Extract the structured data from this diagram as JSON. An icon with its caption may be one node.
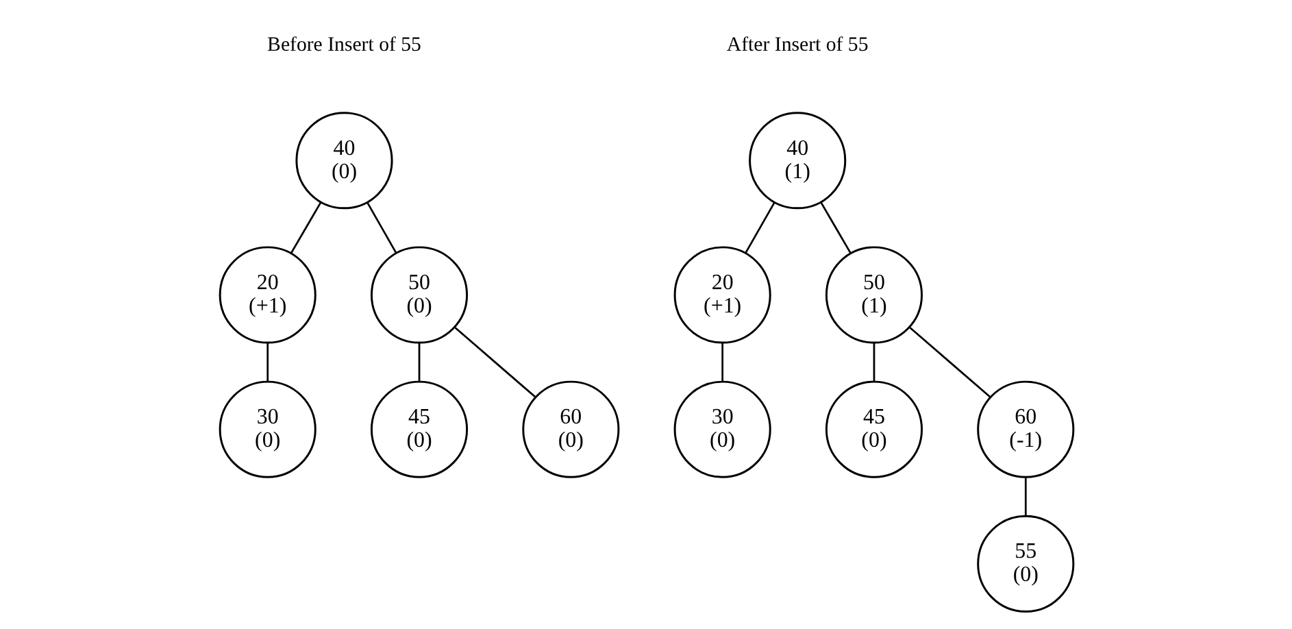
{
  "diagram": {
    "nodes": [
      {
        "text": [
          "40",
          "(0)"
        ]
      },
      {
        "text": [
          "20",
          "(+1)"
        ]
      },
      {
        "text": [
          "50",
          "(0)"
        ]
      },
      {
        "text": [
          "30",
          "(0)"
        ]
      },
      {
        "text": [
          "45",
          "(0)"
        ]
      },
      {
        "text": [
          "60",
          "(0)"
        ]
      },
      {
        "text": [
          "40",
          "(1)"
        ]
      },
      {
        "text": [
          "20",
          "(+1)"
        ]
      },
      {
        "text": [
          "50",
          "(1)"
        ]
      },
      {
        "text": [
          "30",
          "(0)"
        ]
      },
      {
        "text": [
          "45",
          "(0)"
        ]
      },
      {
        "text": [
          "60",
          "(-1)"
        ]
      },
      {
        "text": [
          "55",
          "(0)"
        ]
      }
    ],
    "edges": [
      {
        "from": 0,
        "to": 1,
        "arrow": "none"
      },
      {
        "from": 0,
        "to": 2,
        "arrow": "none"
      },
      {
        "from": 1,
        "to": 3,
        "arrow": "none"
      },
      {
        "from": 2,
        "to": 4,
        "arrow": "none"
      },
      {
        "from": 2,
        "to": 5,
        "arrow": "none"
      },
      {
        "from": 6,
        "to": 7,
        "arrow": "none"
      },
      {
        "from": 6,
        "to": 8,
        "arrow": "none"
      },
      {
        "from": 7,
        "to": 9,
        "arrow": "none"
      },
      {
        "from": 8,
        "to": 10,
        "arrow": "none"
      },
      {
        "from": 8,
        "to": 11,
        "arrow": "none"
      },
      {
        "from": 11,
        "to": 12,
        "arrow": "none"
      }
    ],
    "labels": [
      "Before Insert of 55",
      "After Insert of 55"
    ]
  }
}
